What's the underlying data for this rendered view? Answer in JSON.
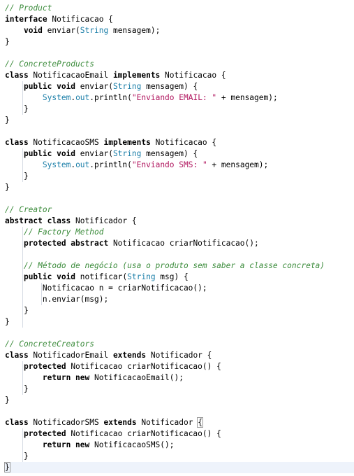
{
  "editor": {
    "title": "Factory Method code",
    "lines": [
      [
        [
          "comment",
          "// Product"
        ]
      ],
      [
        [
          "kw",
          "interface"
        ],
        [
          "plain",
          " Notificacao {"
        ]
      ],
      [
        [
          "plain",
          "    "
        ],
        [
          "kw",
          "void"
        ],
        [
          "plain",
          " enviar("
        ],
        [
          "type",
          "String"
        ],
        [
          "plain",
          " mensagem);"
        ]
      ],
      [
        [
          "plain",
          "}"
        ]
      ],
      [
        [
          "plain",
          ""
        ]
      ],
      [
        [
          "comment",
          "// ConcreteProducts"
        ]
      ],
      [
        [
          "kw",
          "class"
        ],
        [
          "plain",
          " NotificacaoEmail "
        ],
        [
          "kw",
          "implements"
        ],
        [
          "plain",
          " Notificacao {"
        ]
      ],
      [
        [
          "plain",
          "    "
        ],
        [
          "kw",
          "public void"
        ],
        [
          "plain",
          " enviar("
        ],
        [
          "type",
          "String"
        ],
        [
          "plain",
          " mensagem) {"
        ]
      ],
      [
        [
          "plain",
          "        "
        ],
        [
          "type",
          "System"
        ],
        [
          "plain",
          "."
        ],
        [
          "type",
          "out"
        ],
        [
          "plain",
          ".println("
        ],
        [
          "str",
          "\"Enviando EMAIL: \""
        ],
        [
          "plain",
          " + mensagem);"
        ]
      ],
      [
        [
          "plain",
          "    }"
        ]
      ],
      [
        [
          "plain",
          "}"
        ]
      ],
      [
        [
          "plain",
          ""
        ]
      ],
      [
        [
          "kw",
          "class"
        ],
        [
          "plain",
          " NotificacaoSMS "
        ],
        [
          "kw",
          "implements"
        ],
        [
          "plain",
          " Notificacao {"
        ]
      ],
      [
        [
          "plain",
          "    "
        ],
        [
          "kw",
          "public void"
        ],
        [
          "plain",
          " enviar("
        ],
        [
          "type",
          "String"
        ],
        [
          "plain",
          " mensagem) {"
        ]
      ],
      [
        [
          "plain",
          "        "
        ],
        [
          "type",
          "System"
        ],
        [
          "plain",
          "."
        ],
        [
          "type",
          "out"
        ],
        [
          "plain",
          ".println("
        ],
        [
          "str",
          "\"Enviando SMS: \""
        ],
        [
          "plain",
          " + mensagem);"
        ]
      ],
      [
        [
          "plain",
          "    }"
        ]
      ],
      [
        [
          "plain",
          "}"
        ]
      ],
      [
        [
          "plain",
          ""
        ]
      ],
      [
        [
          "comment",
          "// Creator"
        ]
      ],
      [
        [
          "kw",
          "abstract class"
        ],
        [
          "plain",
          " Notificador {"
        ]
      ],
      [
        [
          "plain",
          "    "
        ],
        [
          "comment",
          "// Factory Method"
        ]
      ],
      [
        [
          "plain",
          "    "
        ],
        [
          "kw",
          "protected abstract"
        ],
        [
          "plain",
          " Notificacao criarNotificacao();"
        ]
      ],
      [
        [
          "plain",
          ""
        ]
      ],
      [
        [
          "plain",
          "    "
        ],
        [
          "comment",
          "// Método de negócio (usa o produto sem saber a classe concreta)"
        ]
      ],
      [
        [
          "plain",
          "    "
        ],
        [
          "kw",
          "public void"
        ],
        [
          "plain",
          " notificar("
        ],
        [
          "type",
          "String"
        ],
        [
          "plain",
          " msg) {"
        ]
      ],
      [
        [
          "plain",
          "        Notificacao n = criarNotificacao();"
        ]
      ],
      [
        [
          "plain",
          "        n.enviar(msg);"
        ]
      ],
      [
        [
          "plain",
          "    }"
        ]
      ],
      [
        [
          "plain",
          "}"
        ]
      ],
      [
        [
          "plain",
          ""
        ]
      ],
      [
        [
          "comment",
          "// ConcreteCreators"
        ]
      ],
      [
        [
          "kw",
          "class"
        ],
        [
          "plain",
          " NotificadorEmail "
        ],
        [
          "kw",
          "extends"
        ],
        [
          "plain",
          " Notificador {"
        ]
      ],
      [
        [
          "plain",
          "    "
        ],
        [
          "kw",
          "protected"
        ],
        [
          "plain",
          " Notificacao criarNotificacao() {"
        ]
      ],
      [
        [
          "plain",
          "        "
        ],
        [
          "kw",
          "return new"
        ],
        [
          "plain",
          " NotificacaoEmail();"
        ]
      ],
      [
        [
          "plain",
          "    }"
        ]
      ],
      [
        [
          "plain",
          "}"
        ]
      ],
      [
        [
          "plain",
          ""
        ]
      ],
      [
        [
          "kw",
          "class"
        ],
        [
          "plain",
          " NotificadorSMS "
        ],
        [
          "kw",
          "extends"
        ],
        [
          "plain",
          " Notificador "
        ],
        [
          "bracket",
          "{"
        ]
      ],
      [
        [
          "plain",
          "    "
        ],
        [
          "kw",
          "protected"
        ],
        [
          "plain",
          " Notificacao criarNotificacao() {"
        ]
      ],
      [
        [
          "plain",
          "        "
        ],
        [
          "kw",
          "return new"
        ],
        [
          "plain",
          " NotificacaoSMS();"
        ]
      ],
      [
        [
          "plain",
          "    }"
        ]
      ],
      [
        [
          "bracket",
          "}"
        ]
      ]
    ],
    "current_line": 41
  }
}
